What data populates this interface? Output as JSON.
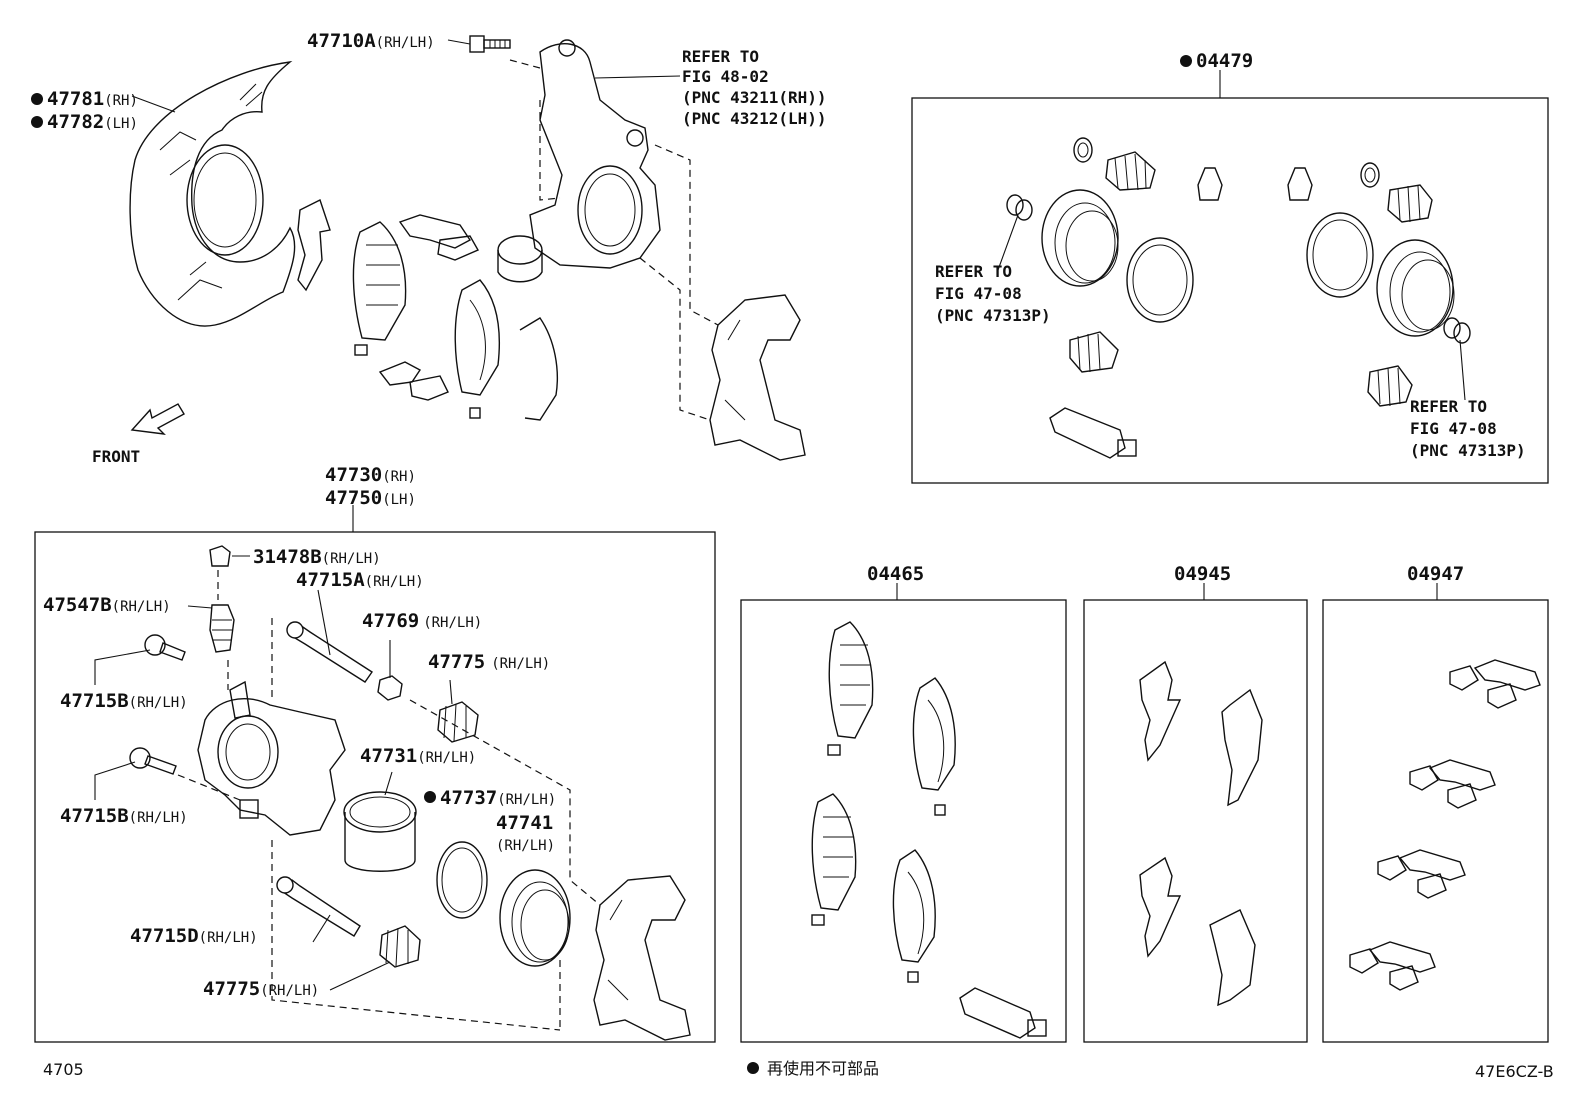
{
  "labels": {
    "p47710a": "47710A",
    "p47781": "47781",
    "p47782": "47782",
    "p04479": "04479",
    "p47730": "47730",
    "p47750": "47750",
    "p31478b": "31478B",
    "p47547b": "47547B",
    "p47715a": "47715A",
    "p47769": "47769",
    "p47775a": "47775",
    "p47715b_1": "47715B",
    "p47715b_2": "47715B",
    "p47731": "47731",
    "p47737": "47737",
    "p47741": "47741",
    "p47715d": "47715D",
    "p47775b": "47775",
    "p04465": "04465",
    "p04945": "04945",
    "p04947": "04947"
  },
  "suffixes": {
    "rhlh": "(RH/LH)",
    "rh": "(RH)",
    "lh": "(LH)"
  },
  "refer": {
    "fig4802": [
      "REFER TO",
      "FIG 48-02",
      "(PNC 43211(RH))",
      "(PNC 43212(LH))"
    ],
    "fig4708_a": [
      "REFER TO",
      "FIG 47-08",
      "(PNC 47313P)"
    ],
    "fig4708_b": [
      "REFER TO",
      "FIG 47-08",
      "(PNC 47313P)"
    ]
  },
  "front_label": "FRONT",
  "footer": {
    "left_code": "4705",
    "right_code": "47E6CZ-B",
    "legend_text": "再使用不可部品"
  }
}
